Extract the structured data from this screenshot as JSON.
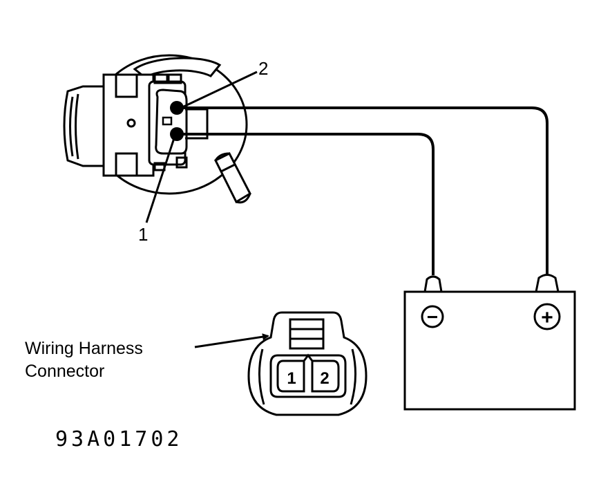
{
  "labels": {
    "callout_1": "1",
    "callout_2": "2",
    "harness_line1": "Wiring Harness",
    "harness_line2": "Connector",
    "figure_id": "93A01702"
  },
  "connector": {
    "pin_1": "1",
    "pin_2": "2"
  },
  "battery": {
    "negative_symbol": "−",
    "positive_symbol": "+"
  },
  "colors": {
    "ink": "#000000",
    "paper": "#ffffff"
  }
}
